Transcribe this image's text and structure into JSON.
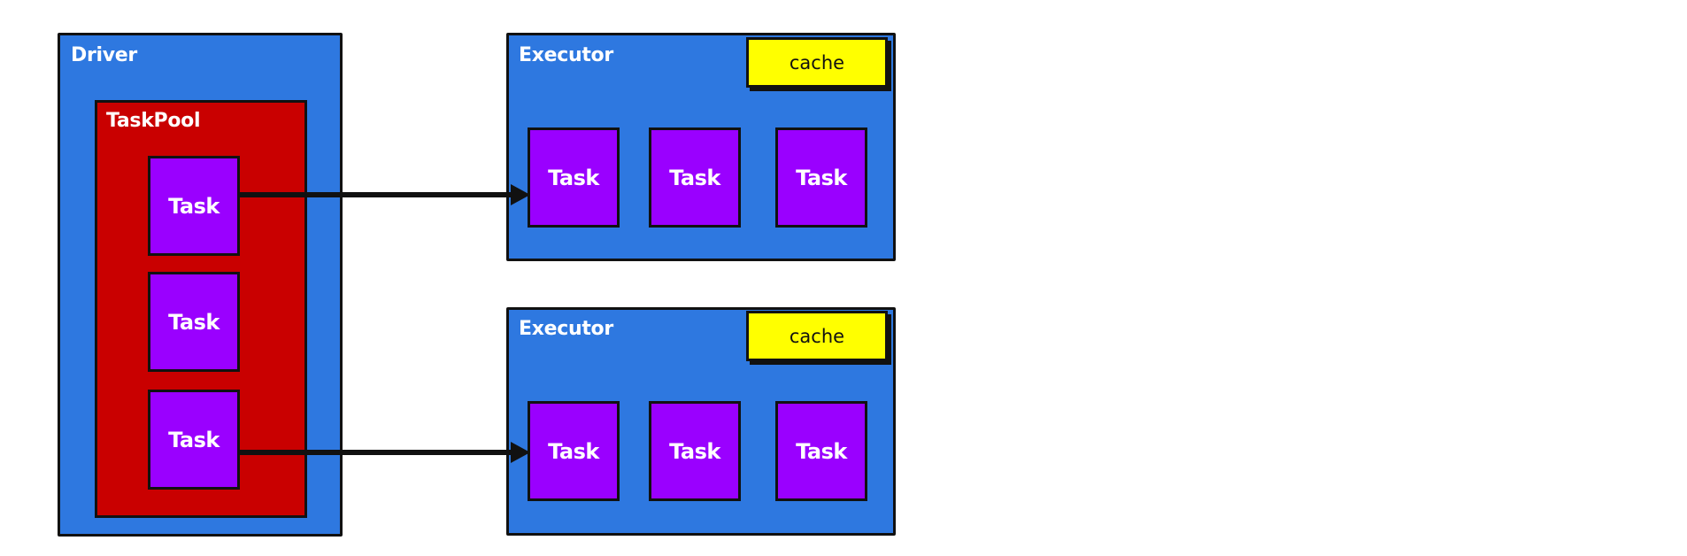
{
  "driver": {
    "label": "Driver",
    "taskpool": {
      "label": "TaskPool",
      "tasks": [
        "Task",
        "Task",
        "Task"
      ]
    }
  },
  "executors": [
    {
      "label": "Executor",
      "cache_label": "cache",
      "tasks": [
        "Task",
        "Task",
        "Task"
      ]
    },
    {
      "label": "Executor",
      "cache_label": "cache",
      "tasks": [
        "Task",
        "Task",
        "Task"
      ]
    }
  ],
  "colors": {
    "container": "#2e78e0",
    "taskpool": "#c90000",
    "task": "#9a00ff",
    "cache": "#ffff00",
    "stroke": "#111111"
  }
}
